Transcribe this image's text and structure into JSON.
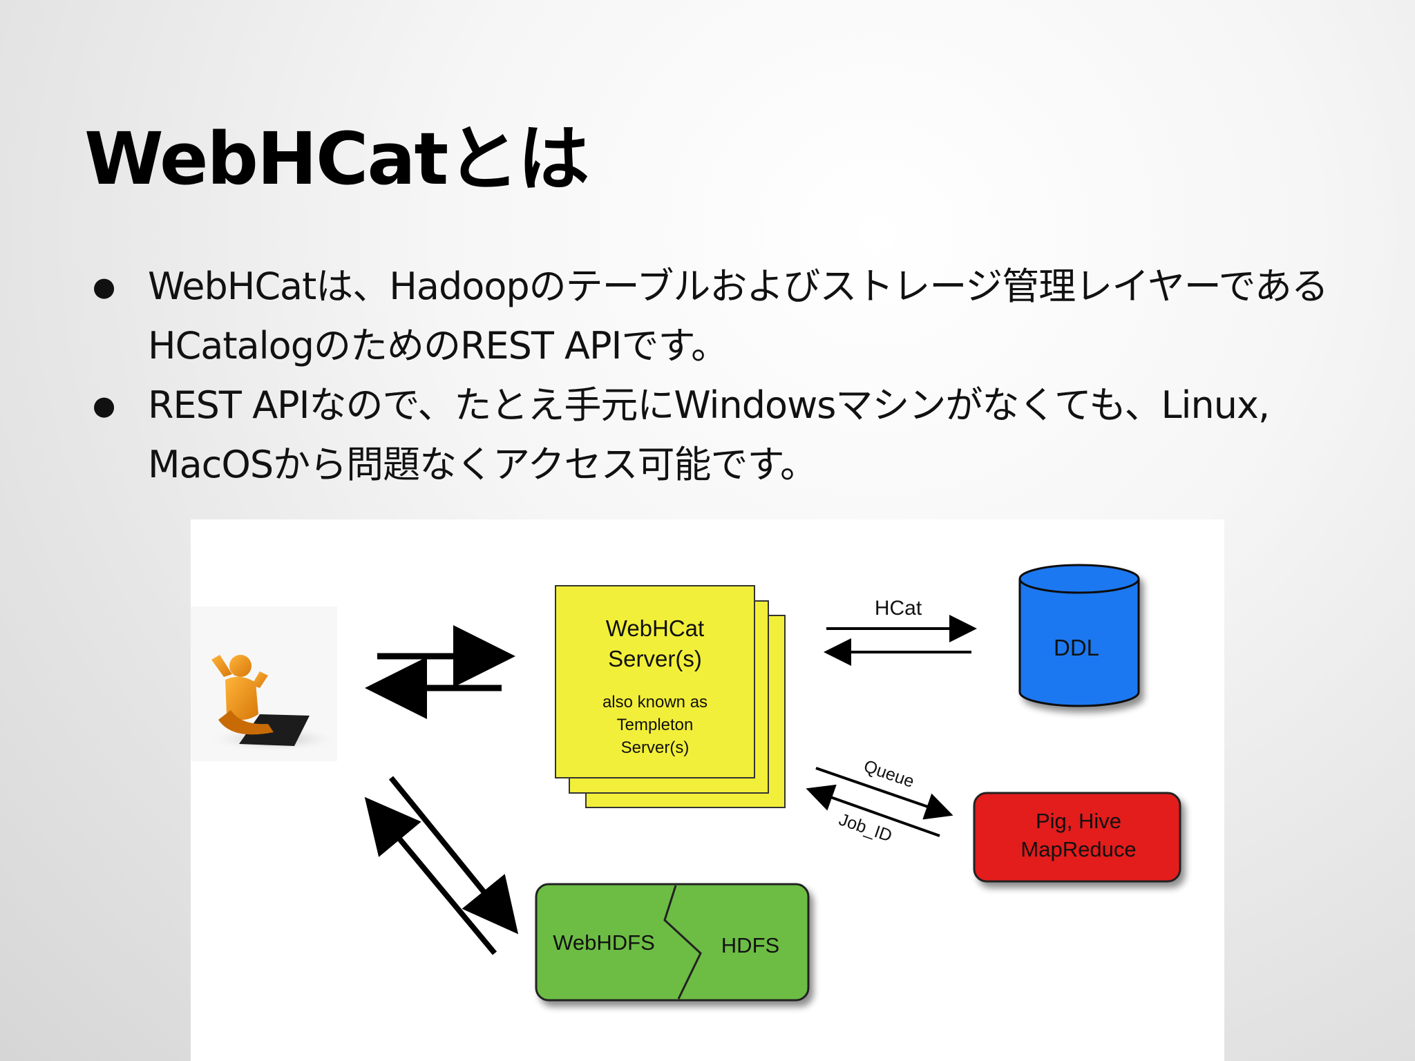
{
  "slide": {
    "title": "WebHCatとは",
    "bullets": [
      "WebHCatは、Hadoopのテーブルおよびストレージ管理レイヤーであるHCatalogのためのREST APIです。",
      "REST APIなので、たとえ手元にWindowsマシンがなくても、Linux, MacOSから問題なくアクセス可能です。"
    ]
  },
  "diagram": {
    "server": {
      "title_line1": "WebHCat",
      "title_line2": "Server(s)",
      "sub_line1": "also known as",
      "sub_line2": "Templeton",
      "sub_line3": "Server(s)",
      "color": "#f2ef3a"
    },
    "ddl": {
      "label": "DDL",
      "color": "#1f78f0"
    },
    "mapreduce": {
      "line1": "Pig, Hive",
      "line2": "MapReduce",
      "color": "#e31d1d"
    },
    "hdfs": {
      "left": "WebHDFS",
      "right": "HDFS",
      "color": "#6dbd45"
    },
    "hcat_arrow_label": "HCat",
    "queue_label": "Queue",
    "jobid_label": "Job_ID",
    "user_icon": "user-with-laptop-icon"
  }
}
